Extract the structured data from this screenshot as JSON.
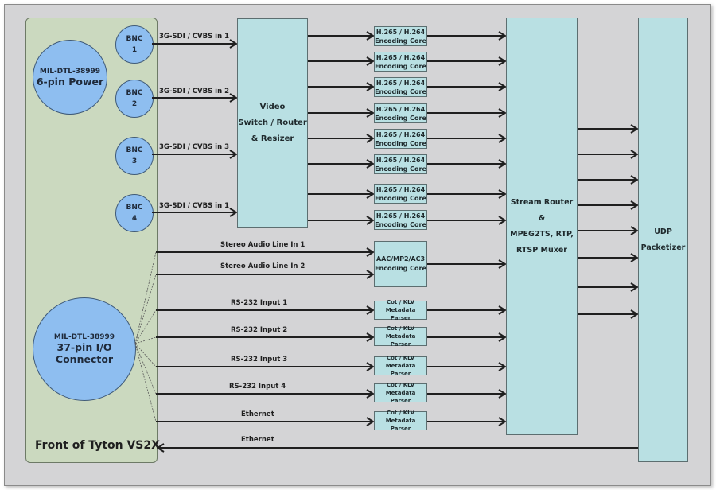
{
  "diagram": {
    "front_panel": {
      "title": "Front of Tyton VS2X",
      "power_connector": {
        "line1": "MIL-DTL-38999",
        "line2": "6-pin Power"
      },
      "io_connector": {
        "line1": "MIL-DTL-38999",
        "line2": "37-pin I/O Connector"
      },
      "bnc": [
        {
          "line1": "BNC",
          "line2": "1"
        },
        {
          "line1": "BNC",
          "line2": "2"
        },
        {
          "line1": "BNC",
          "line2": "3"
        },
        {
          "line1": "BNC",
          "line2": "4"
        }
      ]
    },
    "video_inputs": [
      "3G-SDI / CVBS in 1",
      "3G-SDI / CVBS in 2",
      "3G-SDI / CVBS in 3",
      "3G-SDI / CVBS in 1"
    ],
    "video_switch": {
      "line1": "Video",
      "line2": "Switch / Router",
      "line3": "& Resizer"
    },
    "encoding_cores": [
      {
        "line1": "H.265 / H.264",
        "line2": "Encoding Core"
      },
      {
        "line1": "H.265 / H.264",
        "line2": "Encoding Core"
      },
      {
        "line1": "H.265 / H.264",
        "line2": "Encoding Core"
      },
      {
        "line1": "H.265 / H.264",
        "line2": "Encoding Core"
      },
      {
        "line1": "H.265 / H.264",
        "line2": "Encoding Core"
      },
      {
        "line1": "H.265 / H.264",
        "line2": "Encoding Core"
      },
      {
        "line1": "H.265 / H.264",
        "line2": "Encoding Core"
      },
      {
        "line1": "H.265 / H.264",
        "line2": "Encoding Core"
      }
    ],
    "audio_inputs": [
      "Stereo Audio Line In 1",
      "Stereo Audio Line In 2"
    ],
    "audio_core": {
      "line1": "AAC/MP2/AC3",
      "line2": "Encoding Core"
    },
    "data_inputs": [
      "RS-232 Input 1",
      "RS-232 Input 2",
      "RS-232 Input 3",
      "RS-232 Input 4",
      "Ethernet"
    ],
    "metadata_parsers": [
      {
        "line1": "Cot / KLV",
        "line2": "Metadata Parser"
      },
      {
        "line1": "Cot / KLV",
        "line2": "Metadata Parser"
      },
      {
        "line1": "Cot / KLV",
        "line2": "Metadata Parser"
      },
      {
        "line1": "Cot / KLV",
        "line2": "Metadata Parser"
      },
      {
        "line1": "Cot / KLV",
        "line2": "Metadata Parser"
      }
    ],
    "stream_router": {
      "line1": "Stream Router",
      "line2": "&",
      "line3": "MPEG2TS, RTP,",
      "line4": "RTSP Muxer"
    },
    "udp_packetizer": {
      "line1": "UDP",
      "line2": "Packetizer"
    },
    "ethernet_output": "Ethernet"
  },
  "colors": {
    "background": "#d4d4d6",
    "front_panel": "#cbd9bf",
    "connector": "#8ebef0",
    "processing_block": "#b9e0e3",
    "wire": "#1f1f1f"
  }
}
